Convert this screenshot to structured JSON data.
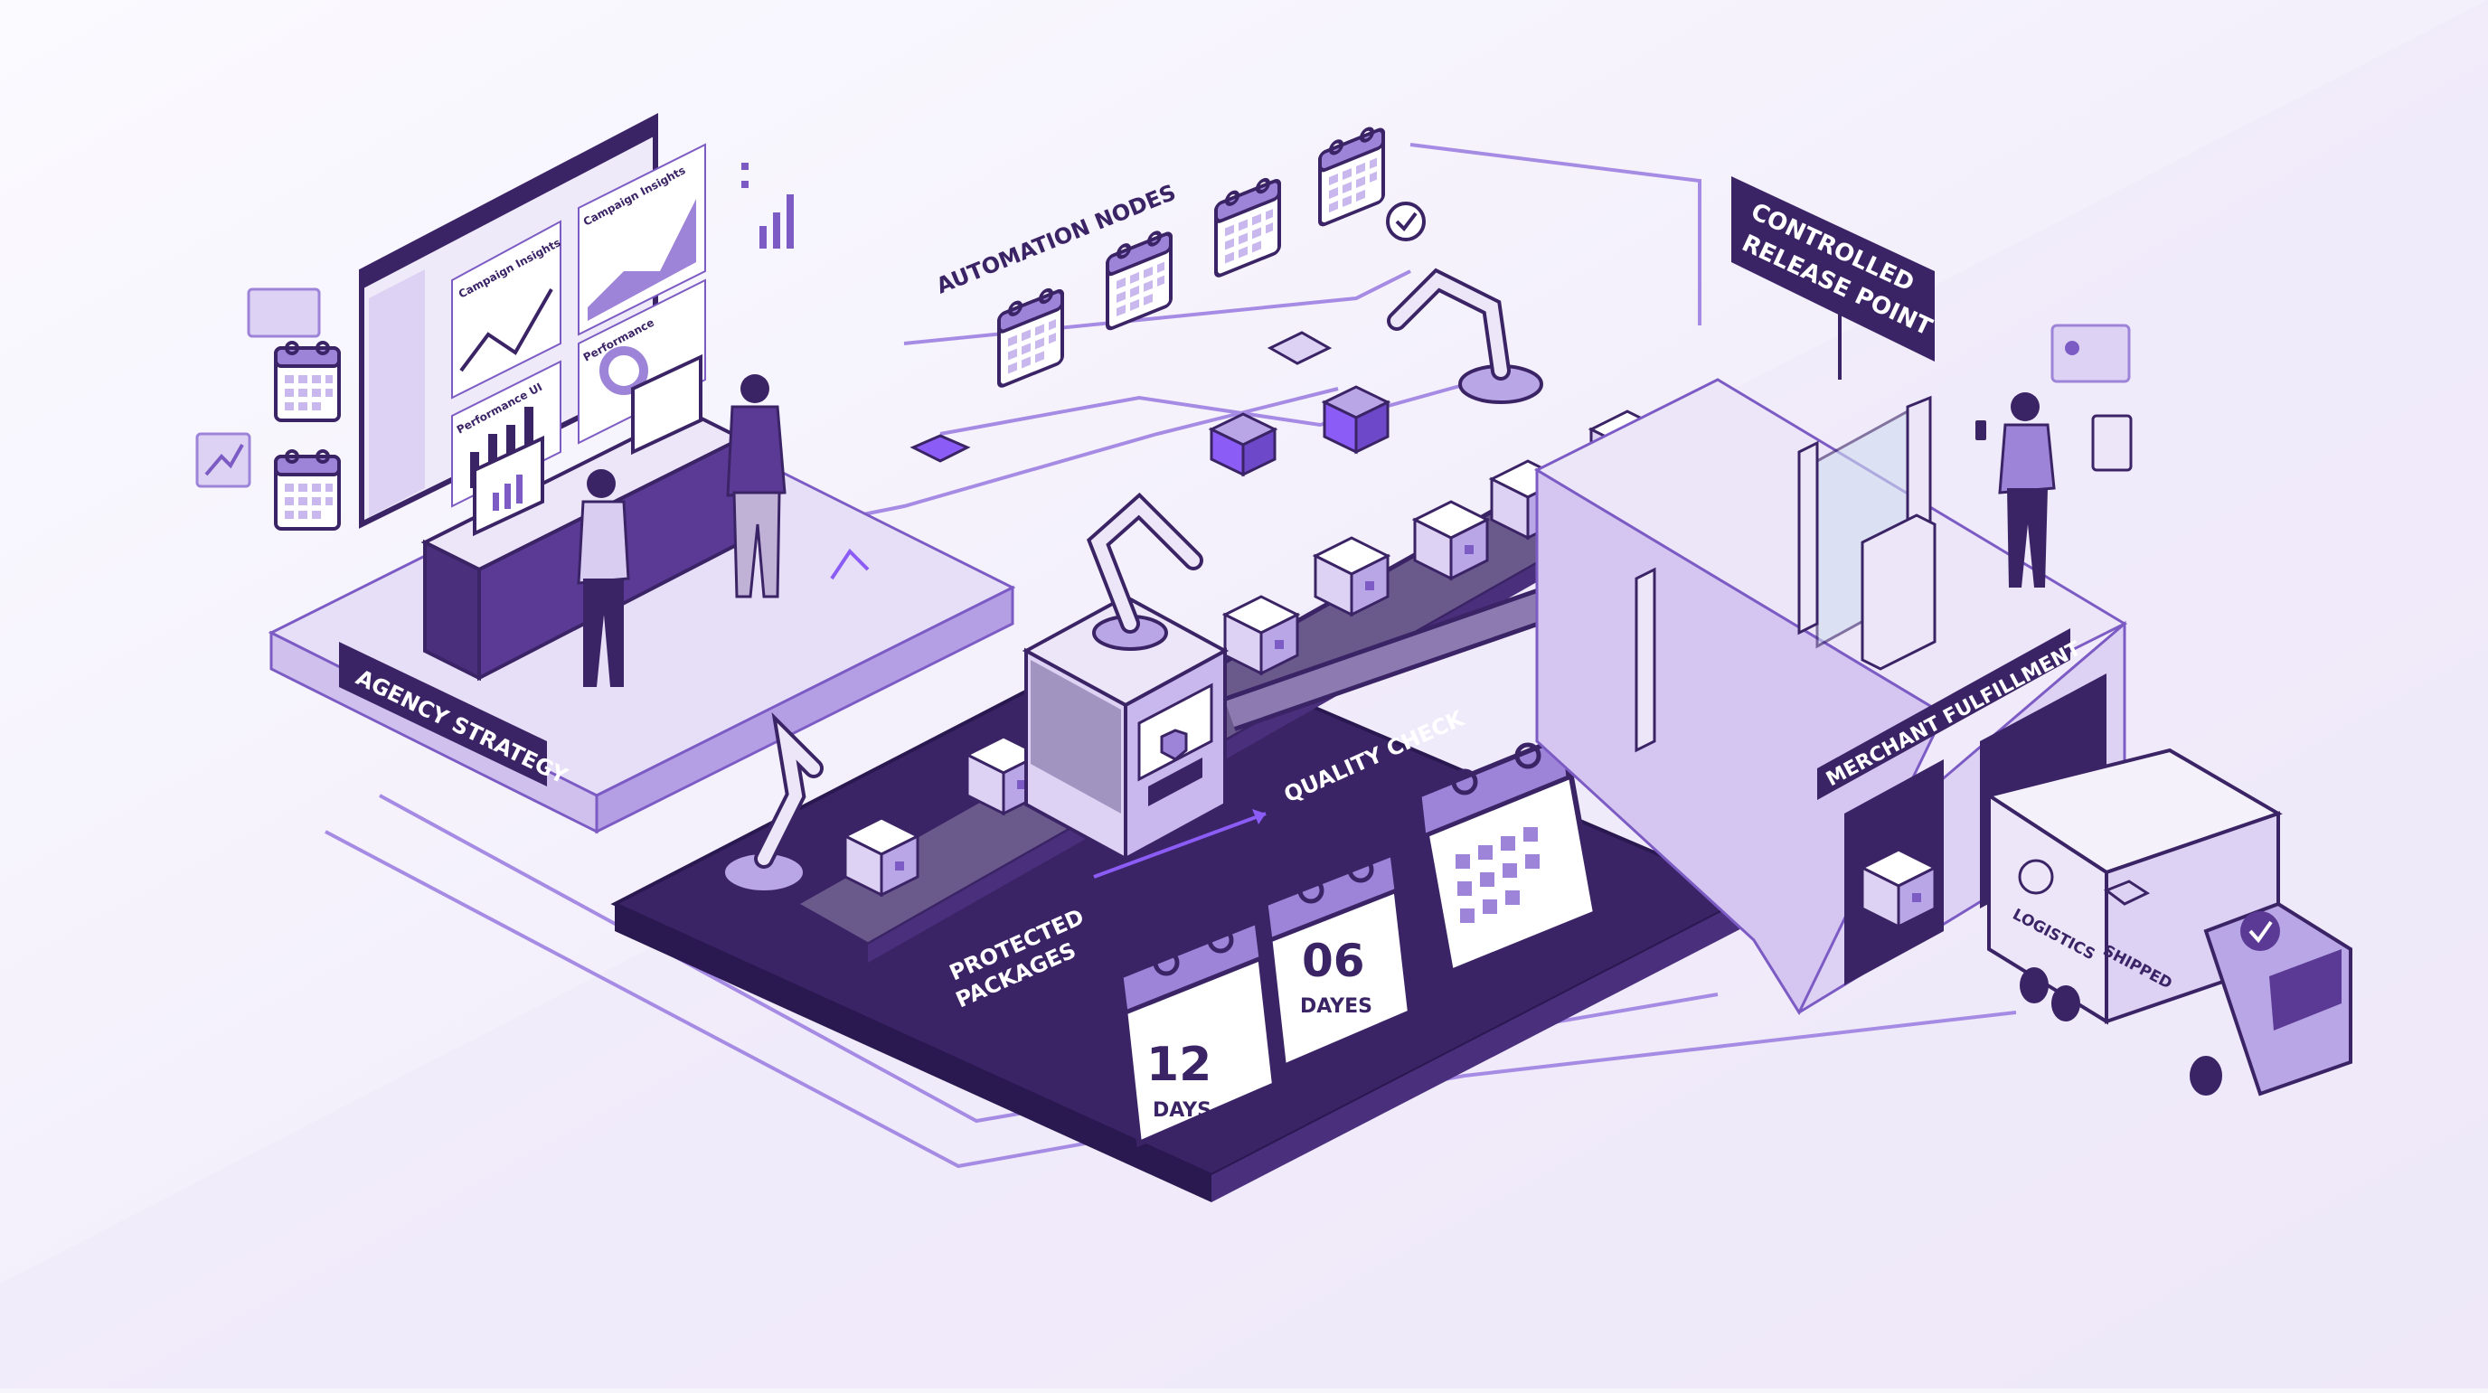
{
  "labels": {
    "agency_strategy": "AGENCY STRATEGY",
    "automation_nodes": "AUTOMATION NODES",
    "controlled_release_line1": "CONTROLLED",
    "controlled_release_line2": "RELEASE POINT",
    "quality_check": "QUALITY CHECK",
    "protected_line1": "PROTECTED",
    "protected_line2": "PACKAGES",
    "merchant_fulfillment": "MERCHANT FULFILLMENT"
  },
  "dashboard": {
    "panel_campaign_1": "Campaign Insights",
    "panel_campaign_2": "Campaign Insights",
    "panel_performance_1": "Performance",
    "panel_performance_2": "Performance UI"
  },
  "calendars": {
    "cal_12_number": "12",
    "cal_12_unit": "DAYS",
    "cal_06_number": "06",
    "cal_06_unit": "DAYES"
  },
  "truck": {
    "logistics": "LOGISTICS",
    "shipped": "SHIPPED"
  },
  "colors": {
    "dark": "#3b2466",
    "mid": "#7c5cc4",
    "light": "#c9b8ee",
    "pale": "#ece6f8",
    "accent": "#8b5cf6"
  }
}
